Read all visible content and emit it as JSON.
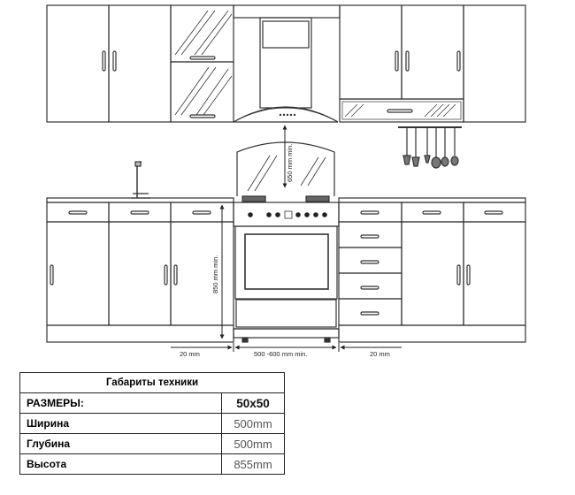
{
  "dimensions": {
    "hood_clearance": "650 mm min.",
    "cabinet_height": "850 mm min.",
    "gap_left": "20 mm",
    "stove_width": "500 -600 mm min.",
    "gap_right": "20 mm"
  },
  "specs": {
    "title": "Габариты техники",
    "rows": [
      {
        "label": "РАЗМЕРЫ:",
        "value": "50x50"
      },
      {
        "label": "Ширина",
        "value": "500mm"
      },
      {
        "label": "Глубина",
        "value": "500mm"
      },
      {
        "label": "Высота",
        "value": "855mm"
      }
    ]
  }
}
